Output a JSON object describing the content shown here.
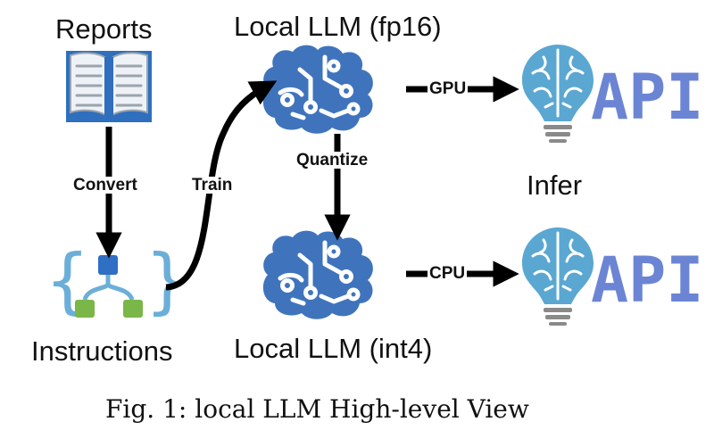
{
  "nodes": {
    "reports": "Reports",
    "instructions": "Instructions",
    "llm_fp16": "Local LLM (fp16)",
    "llm_int4": "Local LLM (int4)",
    "infer": "Infer",
    "api_top": "API",
    "api_bottom": "API"
  },
  "edges": {
    "convert": "Convert",
    "train": "Train",
    "quantize": "Quantize",
    "gpu": "GPU",
    "cpu": "CPU"
  },
  "caption": "Fig. 1: local LLM High-level View",
  "icons": [
    "book-icon",
    "json-tree-icon",
    "brain-circuit-icon",
    "lightbulb-brain-icon"
  ],
  "colors": {
    "brain": "#3f74bd",
    "bulb": "#5aa7d2",
    "api_text": "#6b85d4",
    "tree_top": "#2f6fc4",
    "tree_leaf": "#7ab648",
    "braces": "#6bafd8"
  }
}
